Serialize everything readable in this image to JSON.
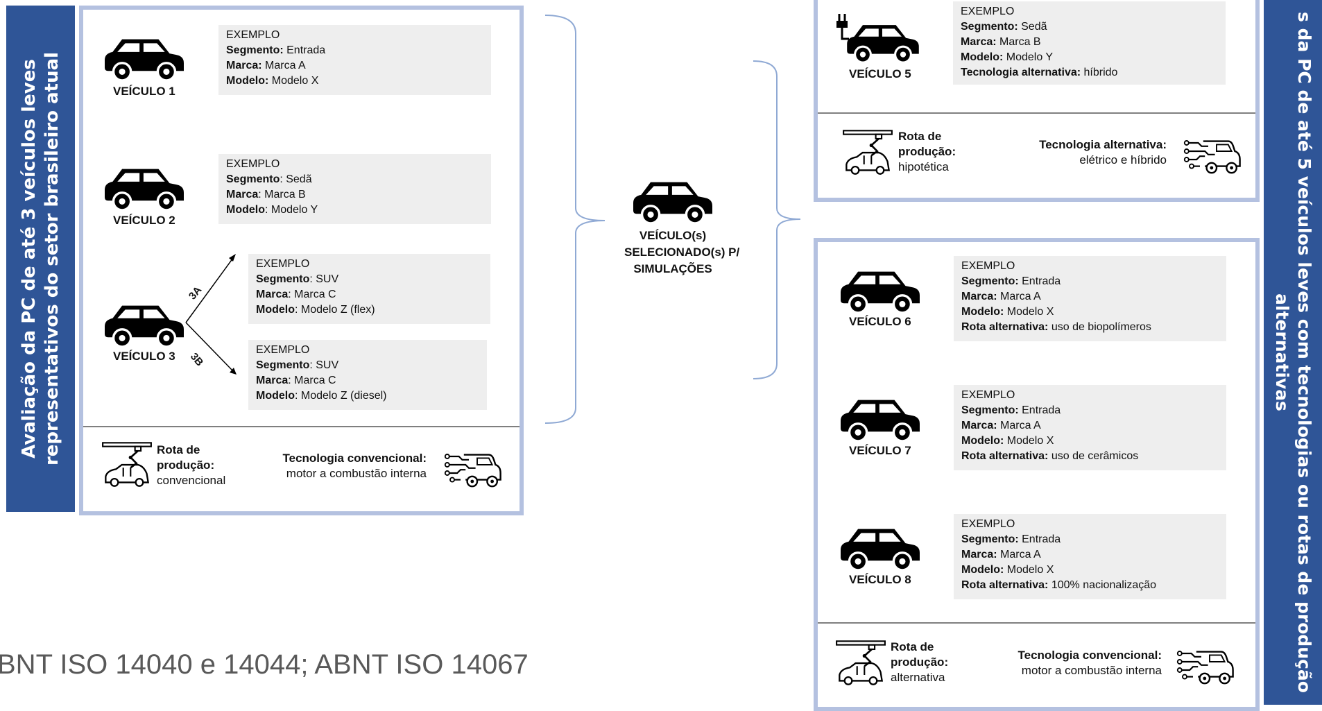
{
  "left_panel": {
    "side_title_line1": "Avaliação da PC de até 3 veículos leves",
    "side_title_line2": "representativos do setor brasileiro atual",
    "vehicles": [
      {
        "label": "VEÍCULO 1",
        "header": "EXEMPLO",
        "rows": [
          {
            "k": "Segmento:",
            "v": " Entrada"
          },
          {
            "k": "Marca:",
            "v": " Marca A"
          },
          {
            "k": "Modelo:",
            "v": " Modelo X"
          }
        ]
      },
      {
        "label": "VEÍCULO 2",
        "header": "EXEMPLO",
        "rows": [
          {
            "k": "Segmento",
            "v": ": Sedã"
          },
          {
            "k": "Marca",
            "v": ": Marca B"
          },
          {
            "k": "Modelo",
            "v": ": Modelo Y"
          }
        ]
      },
      {
        "label": "VEÍCULO 3"
      }
    ],
    "branch_a_label": "3A",
    "branch_b_label": "3B",
    "box_3a": {
      "header": "EXEMPLO",
      "rows": [
        {
          "k": "Segmento",
          "v": ": SUV"
        },
        {
          "k": "Marca",
          "v": ": Marca C"
        },
        {
          "k": "Modelo",
          "v": ": Modelo Z (flex)"
        }
      ]
    },
    "box_3b": {
      "header": "EXEMPLO",
      "rows": [
        {
          "k": "Segmento",
          "v": ": SUV"
        },
        {
          "k": "Marca",
          "v": ": Marca C"
        },
        {
          "k": "Modelo",
          "v": ": Modelo Z (diesel)"
        }
      ]
    },
    "route_title_1": "Rota de",
    "route_title_2": "produção:",
    "route_value": "convencional",
    "tech_title": "Tecnologia convencional:",
    "tech_value": "motor a combustão interna"
  },
  "center": {
    "label_line1": "VEÍCULO(s)",
    "label_line2": "SELECIONADO(s) P/",
    "label_line3": "SIMULAÇÕES"
  },
  "right_top": {
    "vehicle_label": "VEÍCULO 5",
    "header": "EXEMPLO",
    "rows": [
      {
        "k": "Segmento:",
        "v": " Sedã"
      },
      {
        "k": "Marca:",
        "v": " Marca B"
      },
      {
        "k": "Modelo:",
        "v": " Modelo Y"
      },
      {
        "k": "Tecnologia alternativa:",
        "v": " híbrido"
      }
    ],
    "route_title_1": "Rota de",
    "route_title_2": "produção:",
    "route_value": "hipotética",
    "tech_title": "Tecnologia alternativa:",
    "tech_value": "elétrico e híbrido"
  },
  "right_bottom": {
    "vehicles": [
      {
        "label": "VEÍCULO 6",
        "header": "EXEMPLO",
        "rows": [
          {
            "k": "Segmento:",
            "v": " Entrada"
          },
          {
            "k": "Marca:",
            "v": " Marca A"
          },
          {
            "k": "Modelo:",
            "v": " Modelo X"
          },
          {
            "k": "Rota alternativa:",
            "v": " uso de biopolímeros"
          }
        ]
      },
      {
        "label": "VEÍCULO 7",
        "header": "EXEMPLO",
        "rows": [
          {
            "k": "Segmento:",
            "v": " Entrada"
          },
          {
            "k": "Marca:",
            "v": " Marca A"
          },
          {
            "k": "Modelo:",
            "v": " Modelo X"
          },
          {
            "k": "Rota alternativa:",
            "v": " uso de cerâmicos"
          }
        ]
      },
      {
        "label": "VEÍCULO 8",
        "header": "EXEMPLO",
        "rows": [
          {
            "k": "Segmento:",
            "v": " Entrada"
          },
          {
            "k": "Marca:",
            "v": " Marca A"
          },
          {
            "k": "Modelo:",
            "v": " Modelo X"
          },
          {
            "k": "Rota alternativa:",
            "v": " 100% nacionalização"
          }
        ]
      }
    ],
    "route_title_1": "Rota de",
    "route_title_2": "produção:",
    "route_value": "alternativa",
    "tech_title": "Tecnologia convencional:",
    "tech_value": "motor a combustão interna"
  },
  "right_side_title_line1": "s da PC de até 5 veículos leves com tecnologias ou rotas de produção",
  "right_side_title_line2": "alternativas",
  "footer_text": "BNT ISO 14040 e 14044; ABNT ISO 14067",
  "colors": {
    "sidebar": "#2f5597",
    "frame": "#b4c1e0",
    "box": "#eeeeee",
    "brace": "#8fa9d4"
  }
}
